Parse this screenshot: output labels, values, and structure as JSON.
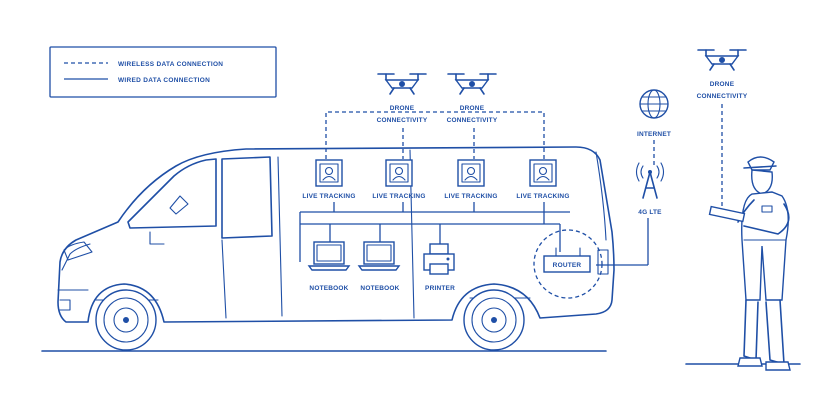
{
  "legend": {
    "wireless": "WIRELESS DATA CONNECTION",
    "wired": "WIRED DATA CONNECTION"
  },
  "labels": {
    "drone_control_1_line1": "DRONE",
    "drone_control_1_line2": "CONNECTIVITY",
    "drone_control_2_line1": "DRONE",
    "drone_control_2_line2": "CONNECTIVITY",
    "drone_control_3_line1": "DRONE",
    "drone_control_3_line2": "CONNECTIVITY",
    "live_tracking_1": "LIVE TRACKING",
    "live_tracking_2": "LIVE TRACKING",
    "live_tracking_3": "LIVE TRACKING",
    "live_tracking_4": "LIVE TRACKING",
    "notebook_1": "NOTEBOOK",
    "notebook_2": "NOTEBOOK",
    "printer": "PRINTER",
    "router": "ROUTER",
    "internet": "INTERNET",
    "lte": "4G LTE"
  },
  "colors": {
    "line": "#1f4fa6",
    "background": "#ffffff"
  }
}
